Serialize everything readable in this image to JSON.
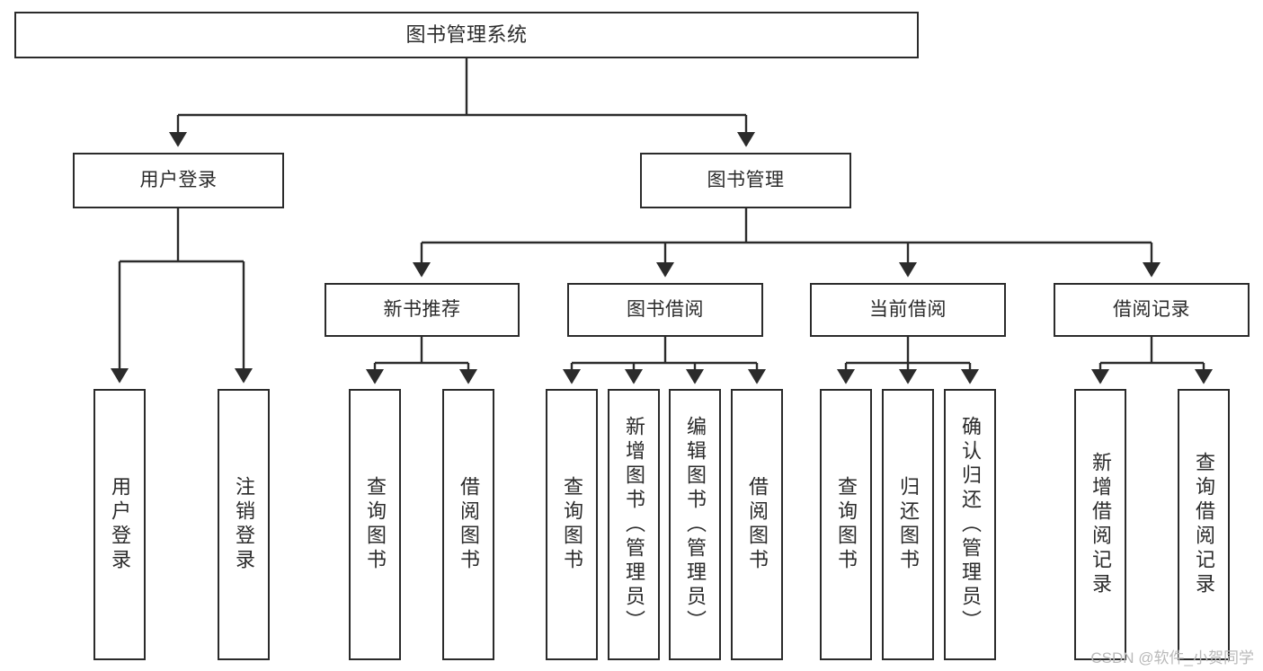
{
  "diagram": {
    "type": "tree-hierarchy",
    "title": "图书管理系统",
    "orientation": "top-down",
    "colors": {
      "stroke": "#2b2b2b",
      "fill": "#ffffff",
      "text": "#2b2b2b",
      "watermark": "#b9b9b9"
    },
    "levels": [
      {
        "level": 1,
        "label": "root"
      },
      {
        "level": 2,
        "label": "modules"
      },
      {
        "level": 3,
        "label": "sub-modules"
      },
      {
        "level": 4,
        "label": "functions"
      }
    ]
  },
  "nodes": {
    "root": {
      "label": "图书管理系统"
    },
    "level2": [
      {
        "id": "user-login",
        "label": "用户登录"
      },
      {
        "id": "book-manage",
        "label": "图书管理"
      }
    ],
    "level3": [
      {
        "id": "new-book-rec",
        "label": "新书推荐"
      },
      {
        "id": "book-borrow",
        "label": "图书借阅"
      },
      {
        "id": "current-borrow",
        "label": "当前借阅"
      },
      {
        "id": "borrow-record",
        "label": "借阅记录"
      }
    ],
    "leaves": {
      "user-login": [
        {
          "id": "leaf-user-login",
          "label": "用户登录"
        },
        {
          "id": "leaf-logout",
          "label": "注销登录"
        }
      ],
      "new-book-rec": [
        {
          "id": "leaf-query-book-1",
          "label": "查询图书"
        },
        {
          "id": "leaf-borrow-book-1",
          "label": "借阅图书"
        }
      ],
      "book-borrow": [
        {
          "id": "leaf-query-book-2",
          "label": "查询图书"
        },
        {
          "id": "leaf-add-book",
          "label": "新增图书（管理员）"
        },
        {
          "id": "leaf-edit-book",
          "label": "编辑图书（管理员）"
        },
        {
          "id": "leaf-borrow-book-2",
          "label": "借阅图书"
        }
      ],
      "current-borrow": [
        {
          "id": "leaf-query-book-3",
          "label": "查询图书"
        },
        {
          "id": "leaf-return-book",
          "label": "归还图书"
        },
        {
          "id": "leaf-confirm-return",
          "label": "确认归还（管理员）"
        }
      ],
      "borrow-record": [
        {
          "id": "leaf-add-record",
          "label": "新增借阅记录"
        },
        {
          "id": "leaf-query-record",
          "label": "查询借阅记录"
        }
      ]
    }
  },
  "edges": [
    {
      "from": "图书管理系统",
      "to": "用户登录"
    },
    {
      "from": "图书管理系统",
      "to": "图书管理"
    },
    {
      "from": "图书管理",
      "to": "新书推荐"
    },
    {
      "from": "图书管理",
      "to": "图书借阅"
    },
    {
      "from": "图书管理",
      "to": "当前借阅"
    },
    {
      "from": "图书管理",
      "to": "借阅记录"
    },
    {
      "from": "用户登录",
      "to": "用户登录"
    },
    {
      "from": "用户登录",
      "to": "注销登录"
    },
    {
      "from": "新书推荐",
      "to": "查询图书"
    },
    {
      "from": "新书推荐",
      "to": "借阅图书"
    },
    {
      "from": "图书借阅",
      "to": "查询图书"
    },
    {
      "from": "图书借阅",
      "to": "新增图书（管理员）"
    },
    {
      "from": "图书借阅",
      "to": "编辑图书（管理员）"
    },
    {
      "from": "图书借阅",
      "to": "借阅图书"
    },
    {
      "from": "当前借阅",
      "to": "查询图书"
    },
    {
      "from": "当前借阅",
      "to": "归还图书"
    },
    {
      "from": "当前借阅",
      "to": "确认归还（管理员）"
    },
    {
      "from": "借阅记录",
      "to": "新增借阅记录"
    },
    {
      "from": "借阅记录",
      "to": "查询借阅记录"
    }
  ],
  "watermark": {
    "text": "CSDN @软件_小贺同学"
  }
}
